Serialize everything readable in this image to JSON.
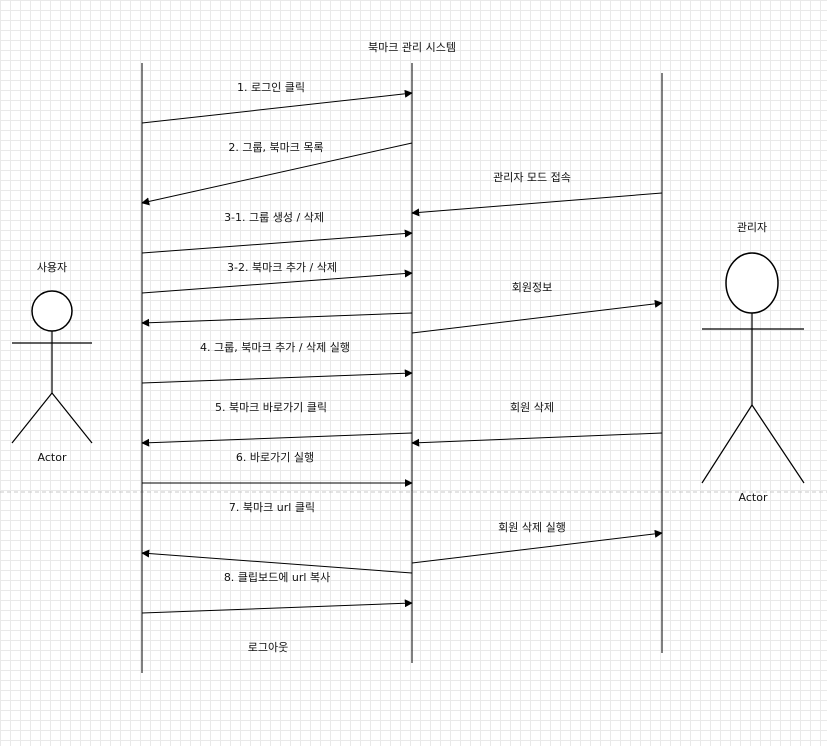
{
  "diagram": {
    "title": "북마크 관리 시스템",
    "actors": {
      "user": {
        "role_label": "사용자",
        "caption": "Actor"
      },
      "admin": {
        "role_label": "관리자",
        "caption": "Actor"
      }
    },
    "messages": [
      "1. 로그인 클릭",
      "2. 그룹, 북마크 목록",
      "관리자 모드 접속",
      "3-1. 그룹 생성 / 삭제",
      "3-2. 북마크 추가 / 삭제",
      "회원정보",
      "4. 그룹, 북마크 추가 / 삭제 실행",
      "5. 북마크 바로가기 클릭",
      "회원 삭제",
      "6. 바로가기 실행",
      "7. 북마크 url 클릭",
      "회원 삭제 실행",
      "8. 클립보드에 url 복사",
      "로그아웃"
    ],
    "colors": {
      "line": "#000000",
      "grid": "#e9e9e9",
      "divider": "#c8c8c8"
    }
  }
}
